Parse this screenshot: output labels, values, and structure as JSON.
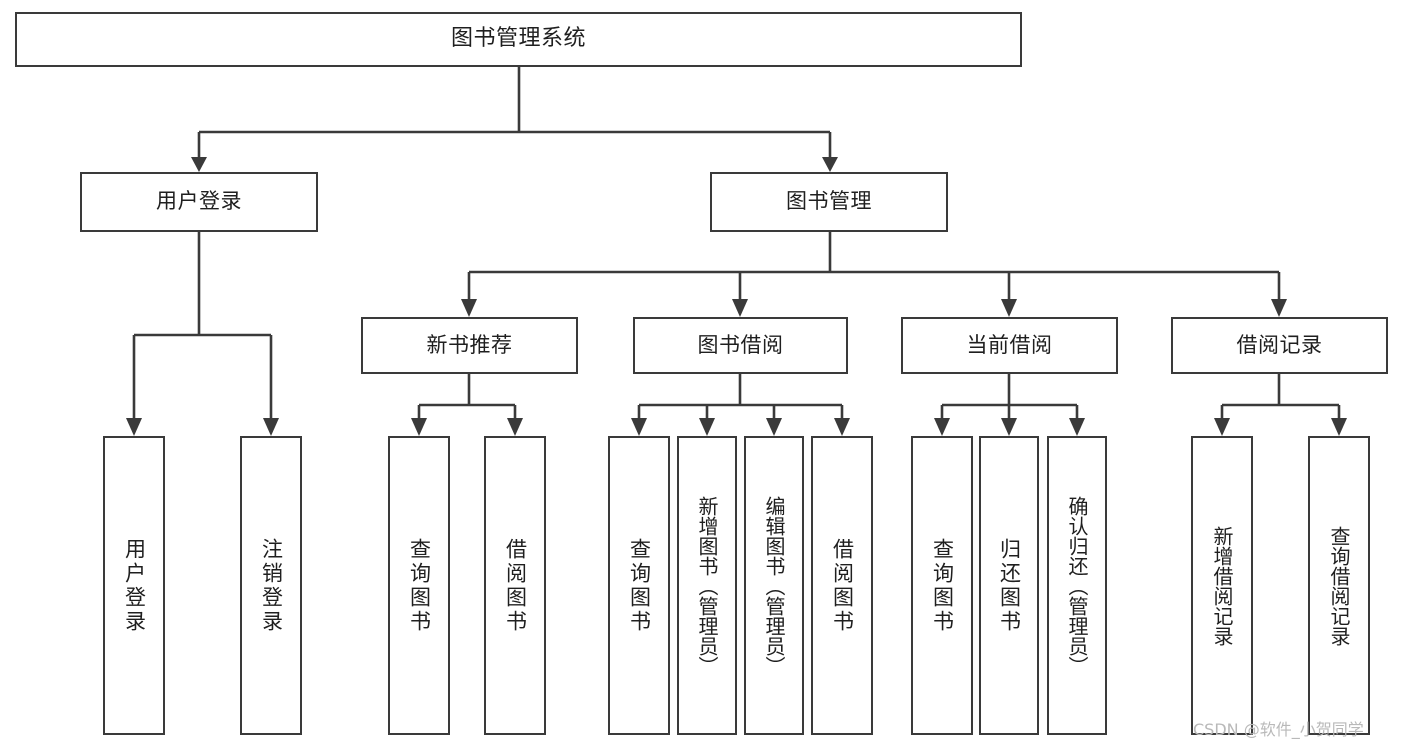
{
  "diagram": {
    "title": "图书管理系统",
    "type": "tree",
    "watermark": "CSDN @软件_小贺同学",
    "colors": {
      "box_border": "#3a3a3a",
      "box_fill": "#ffffff",
      "text": "#1f1f1f",
      "connector": "#3a3a3a",
      "watermark": "#b9b9b9",
      "background": "#ffffff"
    },
    "root": {
      "label": "图书管理系统"
    },
    "level2": [
      {
        "label": "用户登录"
      },
      {
        "label": "图书管理"
      }
    ],
    "level3": [
      {
        "label": "新书推荐"
      },
      {
        "label": "图书借阅"
      },
      {
        "label": "当前借阅"
      },
      {
        "label": "借阅记录"
      }
    ],
    "leaves": {
      "user_login": [
        {
          "label": "用户登录"
        },
        {
          "label": "注销登录"
        }
      ],
      "new_book_recommend": [
        {
          "label": "查询图书"
        },
        {
          "label": "借阅图书"
        }
      ],
      "book_borrow": [
        {
          "label": "查询图书"
        },
        {
          "label": "新增图书（管理员）"
        },
        {
          "label": "编辑图书（管理员）"
        },
        {
          "label": "借阅图书"
        }
      ],
      "current_borrow": [
        {
          "label": "查询图书"
        },
        {
          "label": "归还图书"
        },
        {
          "label": "确认归还（管理员）"
        }
      ],
      "borrow_record": [
        {
          "label": "新增借阅记录"
        },
        {
          "label": "查询借阅记录"
        }
      ]
    }
  }
}
